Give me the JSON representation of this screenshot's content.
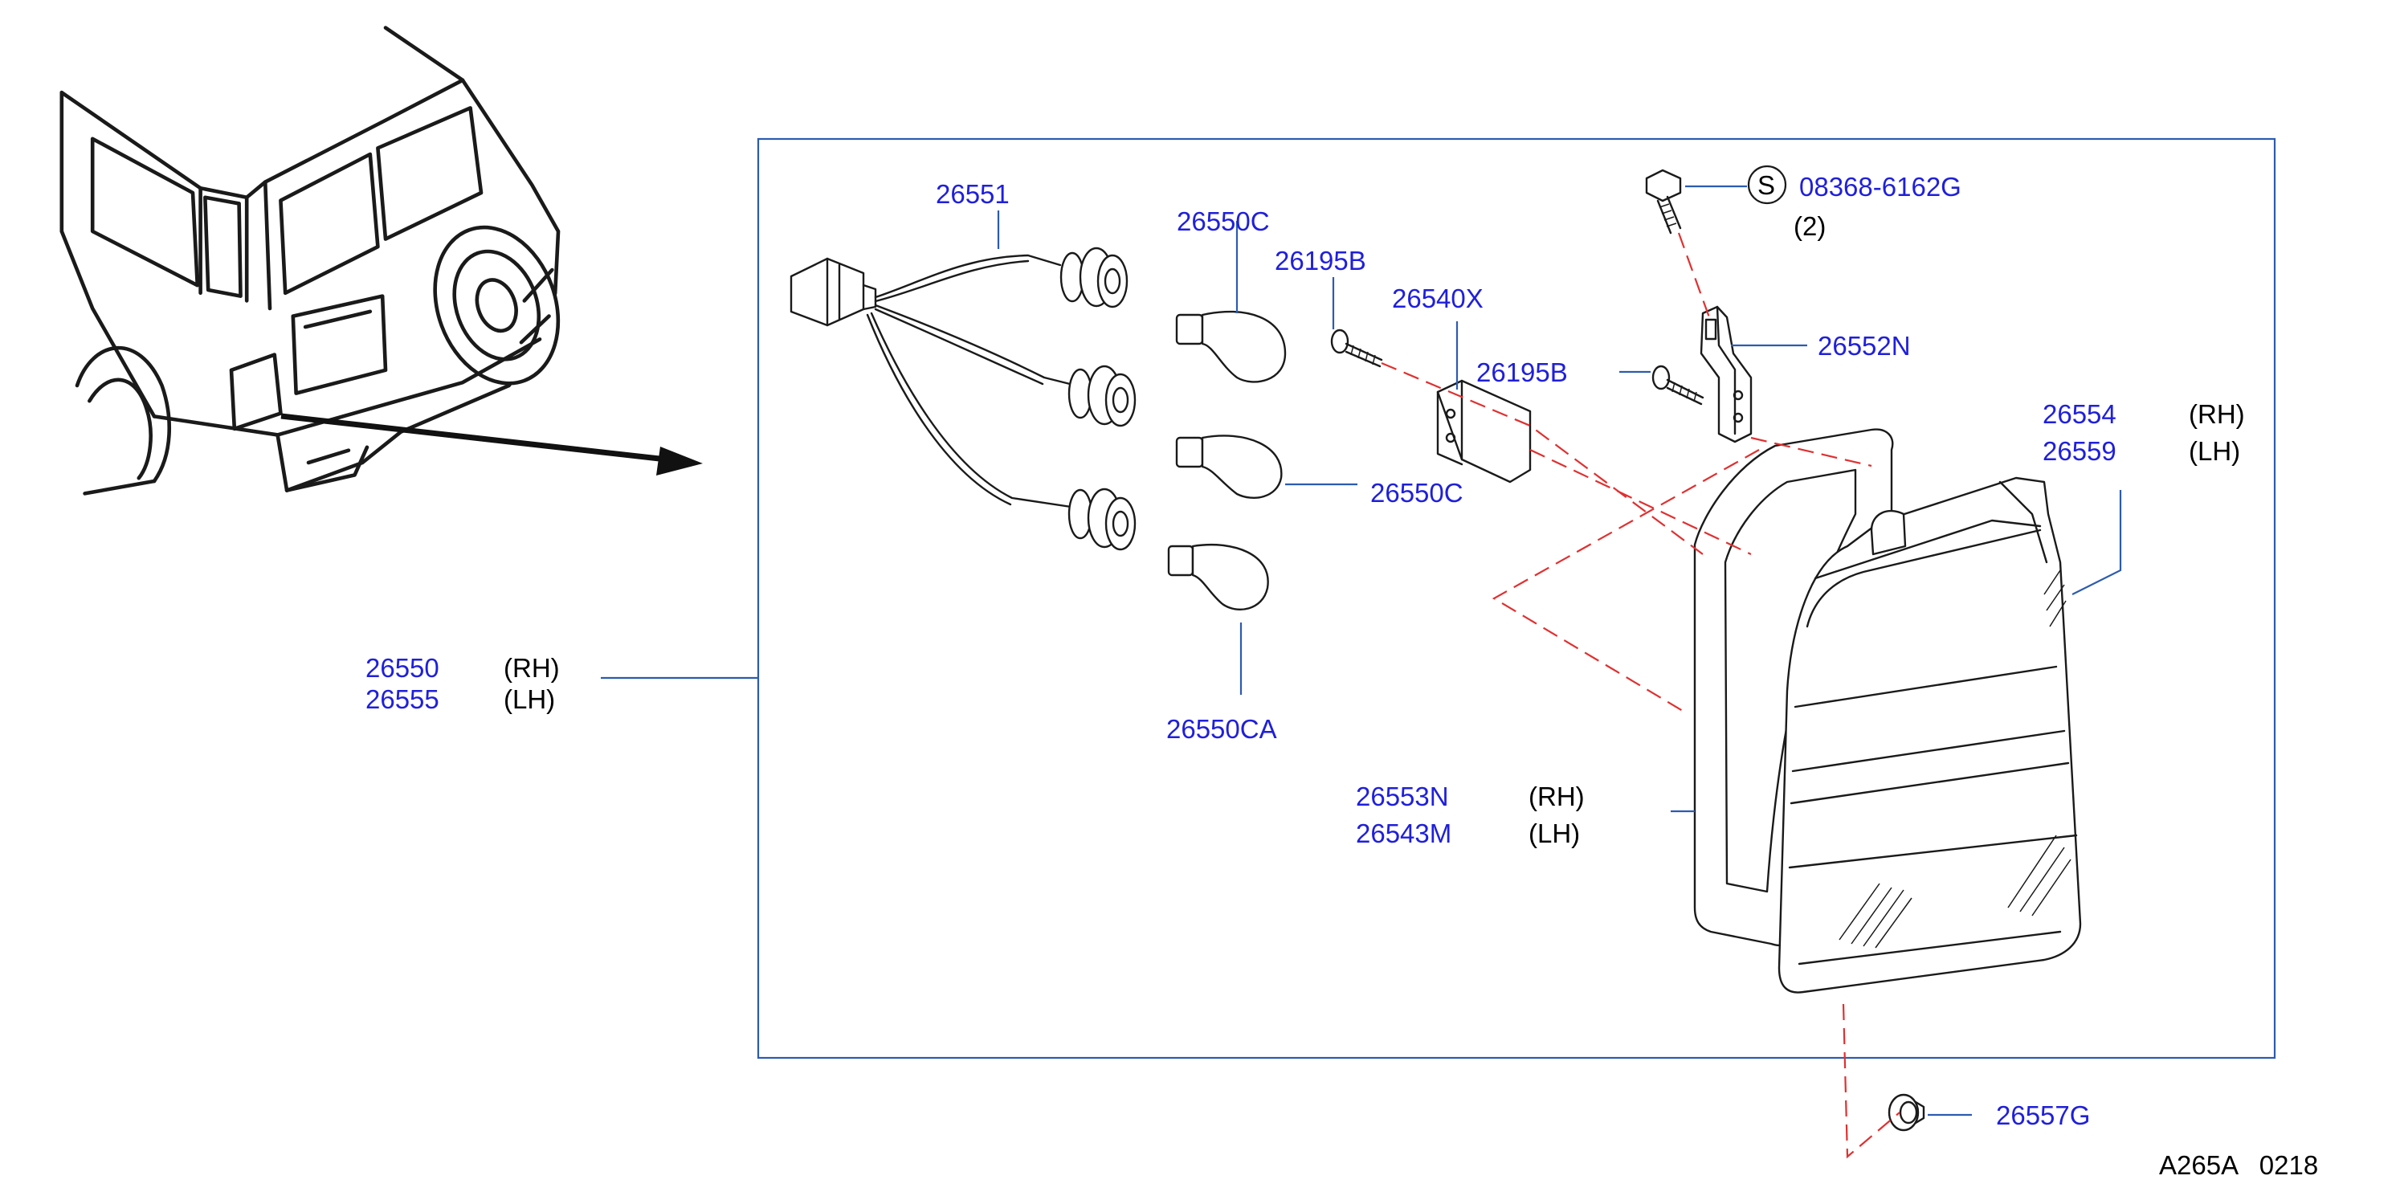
{
  "diagram_ref": "A265A   0218",
  "callouts": {
    "combination_lamp": {
      "rh": "26550",
      "lh": "26555",
      "rh_tag": "(RH)",
      "lh_tag": "(LH)"
    },
    "harness": "26551",
    "bulb_top": "26550C",
    "bulb_mid": "26550C",
    "bulb_bottom": "26550CA",
    "screw_left": "26195B",
    "screw_right": "26195B",
    "bracket": "26540X",
    "bolt": {
      "symbol": "S",
      "number": "08368-6162G",
      "qty": "(2)"
    },
    "clip_bracket": "26552N",
    "lens": {
      "rh": "26554",
      "lh": "26559",
      "rh_tag": "(RH)",
      "lh_tag": "(LH)"
    },
    "gasket": {
      "rh": "26553N",
      "lh": "26543M",
      "rh_tag": "(RH)",
      "lh_tag": "(LH)"
    },
    "grommet": "26557G"
  }
}
